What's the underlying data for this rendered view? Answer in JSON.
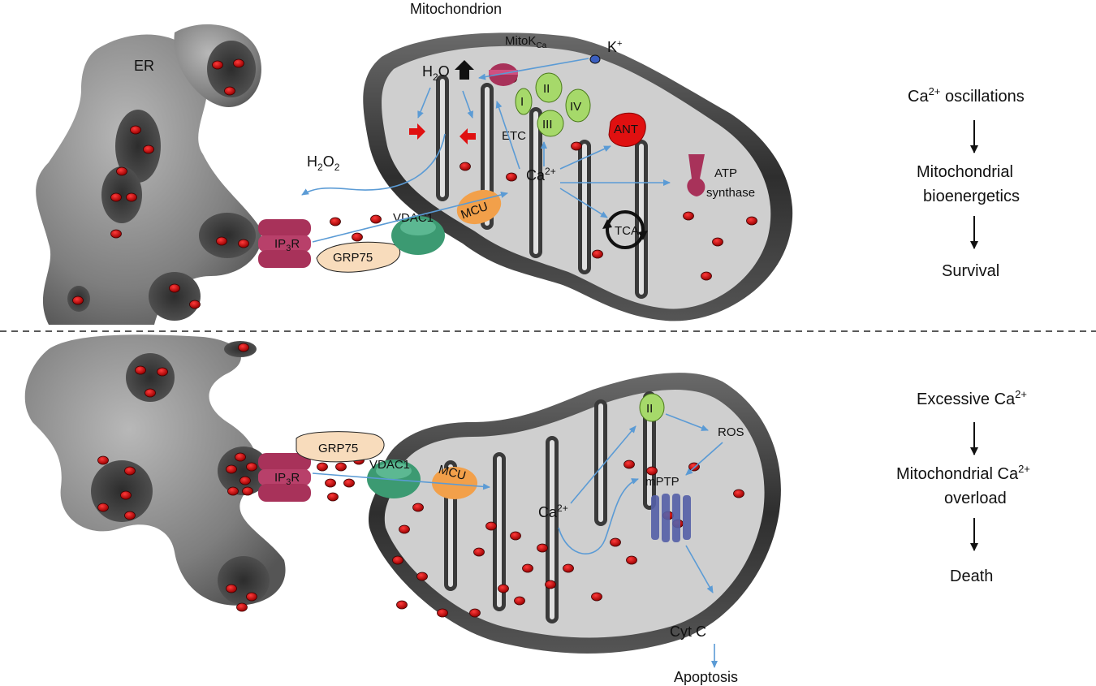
{
  "top": {
    "er_label": "ER",
    "mito_label": "Mitochondrion",
    "mitok_label": "MitoK",
    "mitok_sub": "Ca",
    "k_label": "K",
    "k_sup": "+",
    "h2o_label": "H",
    "h2o_sub": "2",
    "h2o_tail": "O",
    "h2o2_label": "H",
    "h2o2_sub": "2",
    "h2o2_tail": "O",
    "h2o2_sub2": "2",
    "etc_label": "ETC",
    "complex_i": "I",
    "complex_ii": "II",
    "complex_iii": "III",
    "complex_iv": "IV",
    "ant_label": "ANT",
    "ca_label": "Ca",
    "ca_sup": "2+",
    "atp_line1": "ATP",
    "atp_line2": "synthase",
    "tca_label": "TCA",
    "mcu_label": "MCU",
    "vdac_label": "VDAC1",
    "ip3r_label": "IP",
    "ip3r_sub": "3",
    "ip3r_tail": "R",
    "grp75_label": "GRP75"
  },
  "bottom": {
    "grp75_label": "GRP75",
    "ip3r_label": "IP",
    "ip3r_sub": "3",
    "ip3r_tail": "R",
    "vdac_label": "VDAC1",
    "mcu_label": "MCU",
    "complex_ii": "II",
    "ros_label": "ROS",
    "mptp_label": "mPTP",
    "ca_label": "Ca",
    "ca_sup": "2+",
    "cytc_label": "Cyt C",
    "apoptosis_label": "Apoptosis"
  },
  "right_top": {
    "step1": "Ca",
    "step1_sup": "2+",
    "step1_tail": " oscillations",
    "step2_line1": "Mitochondrial",
    "step2_line2": "bioenergetics",
    "step3": "Survival"
  },
  "right_bottom": {
    "step1": "Excessive Ca",
    "step1_sup": "2+",
    "step2_line1": "Mitochondrial Ca",
    "step2_sup": "2+",
    "step2_line2": "overload",
    "step3": "Death"
  },
  "colors": {
    "mito_outer": "#3a3a3a",
    "mito_inner": "#d6d6d6",
    "er": "#7a7a7a",
    "ca_dot": "#cc0000",
    "arrow": "#5b9bd5",
    "ip3r": "#a8325a",
    "vdac": "#3c9a72",
    "mcu": "#f2a04a",
    "grp75": "#f8dcbc",
    "complex": "#a6d96a",
    "ant": "#e01010",
    "mptp": "#5560a8"
  }
}
